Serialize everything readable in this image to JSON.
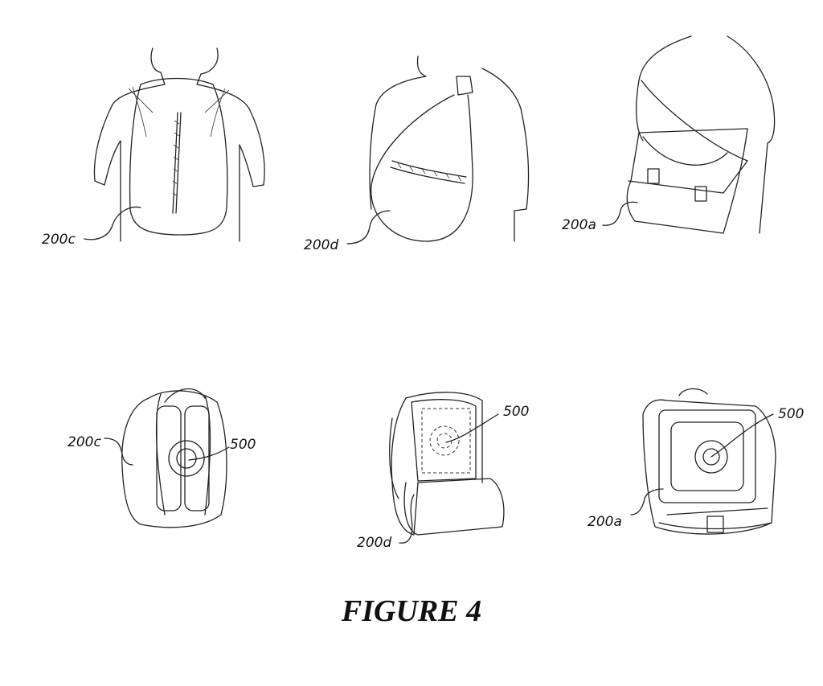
{
  "figure": {
    "title": "FIGURE 4",
    "top_row": [
      {
        "label": "200c",
        "subject": "backpack-worn"
      },
      {
        "label": "200d",
        "subject": "sling-bag-worn"
      },
      {
        "label": "200a",
        "subject": "messenger-bag-worn"
      }
    ],
    "bottom_row": [
      {
        "bag_label": "200c",
        "insert_label": "500",
        "subject": "backpack-open"
      },
      {
        "bag_label": "200d",
        "insert_label": "500",
        "subject": "sling-bag-open"
      },
      {
        "bag_label": "200a",
        "insert_label": "500",
        "subject": "messenger-bag-open"
      }
    ]
  }
}
